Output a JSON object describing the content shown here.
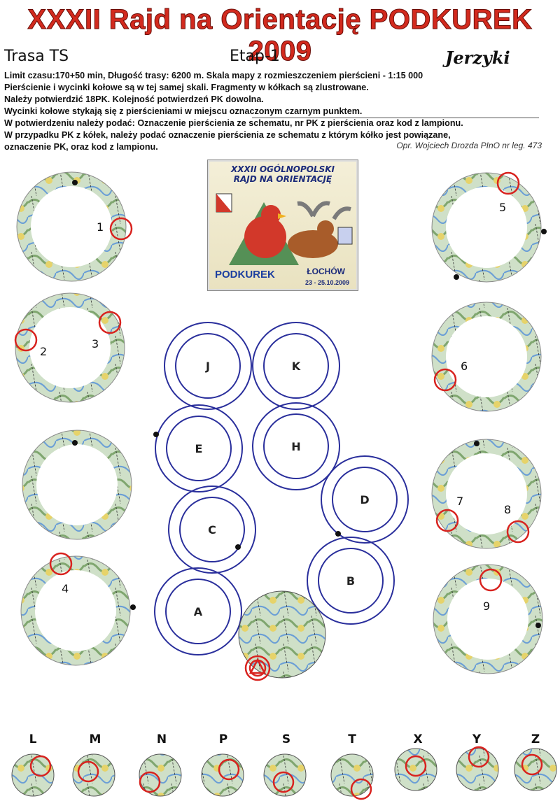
{
  "header": {
    "title": "XXXII Rajd na Orientację PODKUREK 2009",
    "trasa": "Trasa TS",
    "etap": "Etap-1",
    "team": "Jerzyki"
  },
  "info_lines": [
    "Limit czasu:170+50 min, Długość trasy: 6200 m. Skala mapy z rozmieszczeniem pierścieni - 1:15 000",
    "Pierścienie i wycinki kołowe są w tej samej skali. Fragmenty w kółkach są zlustrowane.",
    "Należy potwierdzić 18PK.  Kolejność potwierdzeń PK dowolna.",
    "Wycinki kołowe stykają się z pierścieniami w miejscu oznaczonym czarnym punktem.",
    "W potwierdzeniu należy podać: Oznaczenie pierścienia ze schematu, nr PK z pierścienia  oraz kod z lampionu.",
    "W przypadku PK z kółek, należy podać oznaczenie pierścienia ze schematu  z którym kółko jest powiązane,",
    "oznaczenie PK, oraz kod z lampionu."
  ],
  "author": "Opr. Wojciech Drozda PInO nr leg. 473",
  "poster": {
    "title_line1": "XXXII OGÓLNOPOLSKI",
    "title_line2": "RAJD NA ORIENTACJĘ",
    "brand": "PODKUREK",
    "city": "ŁOCHÓW",
    "dates": "23 - 25.10.2009",
    "accent": "#1b2a7a"
  },
  "scheme_rings": [
    "J",
    "K",
    "E",
    "H",
    "D",
    "C",
    "B",
    "A"
  ],
  "control_numbers": [
    "1",
    "2",
    "3",
    "4",
    "5",
    "6",
    "7",
    "8",
    "9"
  ],
  "small_circles": [
    "L",
    "M",
    "N",
    "P",
    "S",
    "T",
    "X",
    "Y",
    "Z"
  ],
  "colors": {
    "title_red": "#d22a1e",
    "ring_blue": "#2a2f9c",
    "control_red": "#d8231f",
    "map_green": "#a9c9a1",
    "map_blue": "#6a9ed6",
    "map_yellow": "#e6d36a"
  }
}
